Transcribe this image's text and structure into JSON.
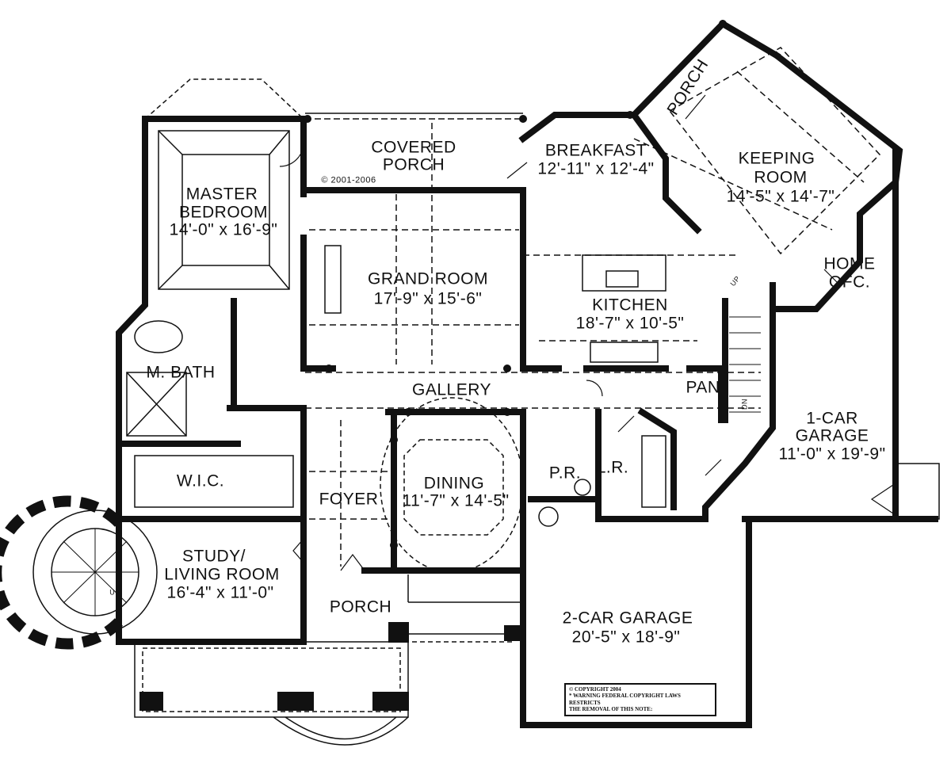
{
  "copyright_small": "© 2001-2006",
  "rooms": {
    "porch_rear": "PORCH",
    "covered_porch": [
      "COVERED",
      "PORCH"
    ],
    "breakfast": [
      "BREAKFAST",
      "12'-11\" x 12'-4\""
    ],
    "keeping_room": [
      "KEEPING",
      "ROOM",
      "14'-5\" x 14'-7\""
    ],
    "master_bedroom": [
      "MASTER",
      "BEDROOM",
      "14'-0\" x 16'-9\""
    ],
    "grand_room": [
      "GRAND ROOM",
      "17'-9\" x 15'-6\""
    ],
    "kitchen": [
      "KITCHEN",
      "18'-7\" x 10'-5\""
    ],
    "home_office": [
      "HOME",
      "OFC."
    ],
    "master_bath": "M. BATH",
    "gallery": "GALLERY",
    "pantry": "PAN",
    "garage_1car": [
      "1-CAR",
      "GARAGE",
      "11'-0\" x 19'-9\""
    ],
    "wic": "W.I.C.",
    "foyer": "FOYER",
    "dining": [
      "DINING",
      "11'-7\" x 14'-5\""
    ],
    "powder_room": "P.R.",
    "laundry_room": "L.R.",
    "study": [
      "STUDY/",
      "LIVING ROOM",
      "16'-4\" x 11'-0\""
    ],
    "porch_front": "PORCH",
    "garage_2car": [
      "2-CAR GARAGE",
      "20'-5\" x 18'-9\""
    ]
  },
  "stairs": {
    "main_up": "UP",
    "main_dn": "DN",
    "round_up": "UP"
  },
  "copyright_note": [
    "© COPYRIGHT 2004",
    "* WARNING FEDERAL COPYRIGHT LAWS RESTRICTS",
    "THE REMOVAL OF THIS NOTE:"
  ]
}
